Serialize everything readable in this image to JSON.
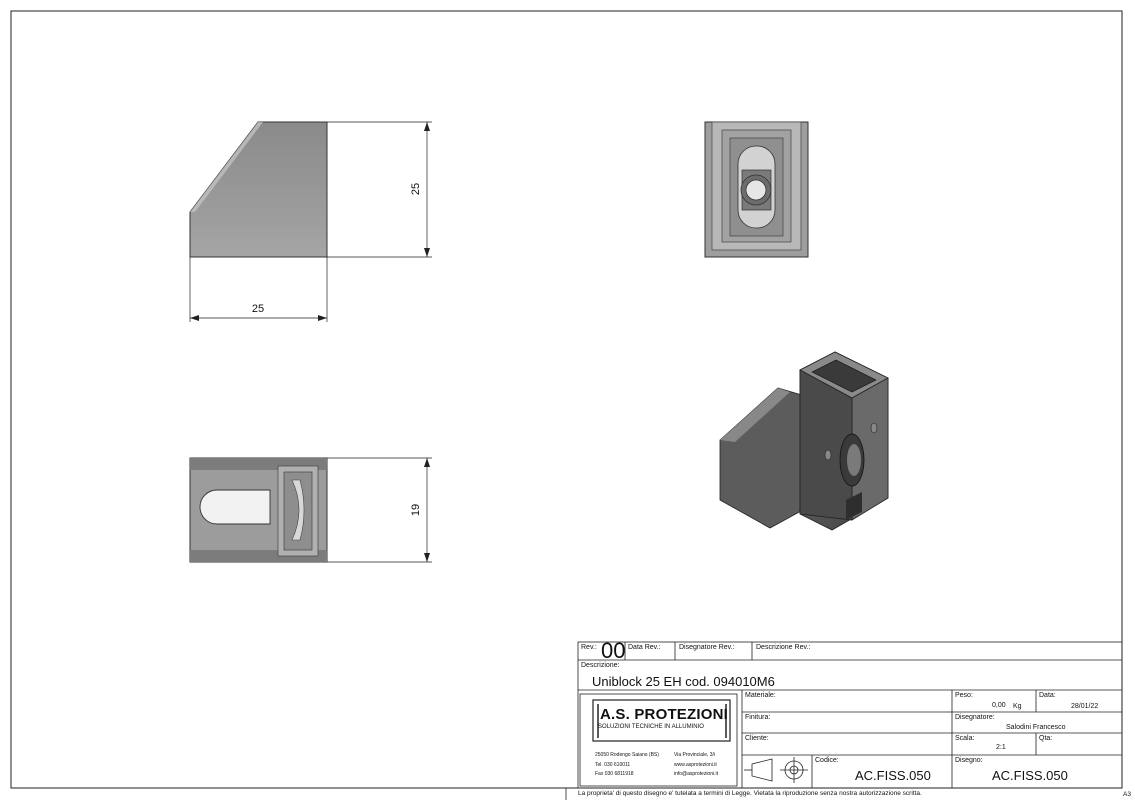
{
  "dimensions": {
    "front_width": "25",
    "front_height": "25",
    "bottom_height": "19"
  },
  "title_block": {
    "rev_label": "Rev.:",
    "rev_value": "00",
    "data_rev_label": "Data Rev.:",
    "disegnatore_rev_label": "Disegnatore Rev.:",
    "descrizione_rev_label": "Descrizione Rev.:",
    "descrizione_label": "Descrizione:",
    "descrizione_value": "Uniblock 25 EH cod. 094010M6",
    "materiale_label": "Materiale:",
    "finitura_label": "Finitura:",
    "cliente_label": "Cliente:",
    "peso_label": "Peso:",
    "peso_value": "0,00",
    "peso_unit": "Kg",
    "data_label": "Data:",
    "data_value": "28/01/22",
    "disegnatore_label": "Disegnatore:",
    "disegnatore_value": "Salodini Francesco",
    "scala_label": "Scala:",
    "scala_value": "2:1",
    "qta_label": "Qta:",
    "codice_label": "Codice:",
    "codice_value": "AC.FISS.050",
    "disegno_label": "Disegno:",
    "disegno_value": "AC.FISS.050"
  },
  "company": {
    "name": "A.S. PROTEZIONI",
    "tagline": "SOLUZIONI TECNICHE IN ALLUMINIO",
    "address_line1": "25050 Rodengo Saiano (BS)",
    "address_line2": "Via Provinciale, 3/i",
    "tel": "Tel.  030 610011",
    "web": "www.asprotezioni.it",
    "fax": "Fax  030 6811918",
    "email": "info@asprotezioni.it"
  },
  "footer": {
    "notice": "La proprieta' di questo disegno e' tutelata a termini di Legge.  Vietata la riproduzione senza nostra autorizzazione scritta.",
    "sheet_size": "A3"
  }
}
